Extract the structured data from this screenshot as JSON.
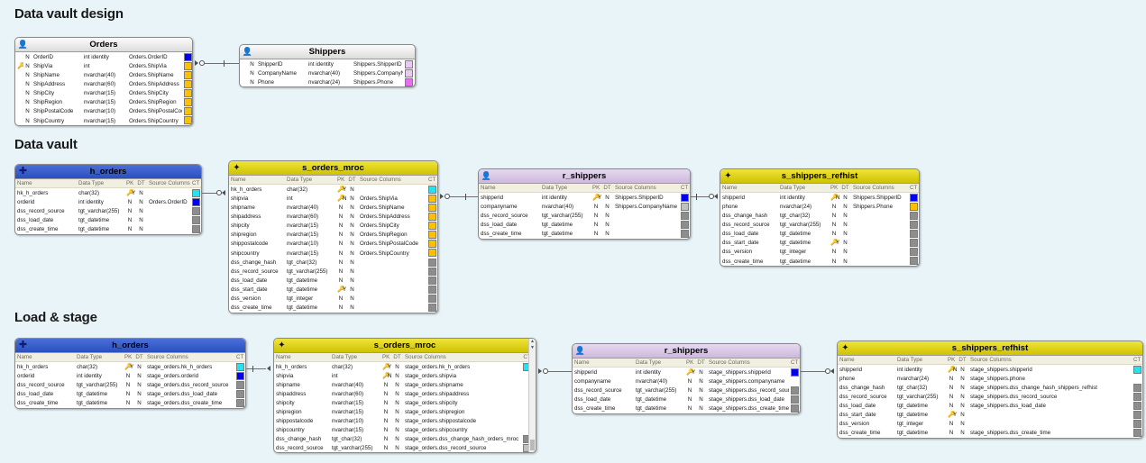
{
  "sections": [
    {
      "id": "design",
      "title": "Data vault design"
    },
    {
      "id": "vault",
      "title": "Data vault"
    },
    {
      "id": "load",
      "title": "Load & stage"
    }
  ],
  "columns_header": {
    "name": "Name",
    "data_type": "Data Type",
    "pk": "PK",
    "dt": "DT",
    "source": "Source Columns",
    "ct": "CT"
  },
  "tables": {
    "orders": {
      "title": "Orders",
      "icon": "person-icon",
      "header_style": "grey",
      "rows": [
        {
          "key": "",
          "dt": "N",
          "name": "OrderID",
          "type": "int identity",
          "pk": "",
          "source": "Orders.OrderID",
          "ct": "blue"
        },
        {
          "key": "blue",
          "dt": "N",
          "name": "ShipVia",
          "type": "int",
          "pk": "",
          "source": "Orders.ShipVia",
          "ct": "yellow"
        },
        {
          "key": "",
          "dt": "N",
          "name": "ShipName",
          "type": "nvarchar(40)",
          "pk": "",
          "source": "Orders.ShipName",
          "ct": "yellow"
        },
        {
          "key": "",
          "dt": "N",
          "name": "ShipAddress",
          "type": "nvarchar(60)",
          "pk": "",
          "source": "Orders.ShipAddress",
          "ct": "yellow"
        },
        {
          "key": "",
          "dt": "N",
          "name": "ShipCity",
          "type": "nvarchar(15)",
          "pk": "",
          "source": "Orders.ShipCity",
          "ct": "yellow"
        },
        {
          "key": "",
          "dt": "N",
          "name": "ShipRegion",
          "type": "nvarchar(15)",
          "pk": "",
          "source": "Orders.ShipRegion",
          "ct": "yellow"
        },
        {
          "key": "",
          "dt": "N",
          "name": "ShipPostalCode",
          "type": "nvarchar(10)",
          "pk": "",
          "source": "Orders.ShipPostalCode",
          "ct": "yellow"
        },
        {
          "key": "",
          "dt": "N",
          "name": "ShipCountry",
          "type": "nvarchar(15)",
          "pk": "",
          "source": "Orders.ShipCountry",
          "ct": "yellow"
        }
      ]
    },
    "shippers": {
      "title": "Shippers",
      "icon": "person-icon",
      "header_style": "grey",
      "rows": [
        {
          "key": "",
          "dt": "N",
          "name": "ShipperID",
          "type": "int identity",
          "pk": "",
          "source": "Shippers.ShipperID",
          "ct": "lilac"
        },
        {
          "key": "",
          "dt": "N",
          "name": "CompanyName",
          "type": "nvarchar(40)",
          "pk": "",
          "source": "Shippers.CompanyName",
          "ct": "lilac"
        },
        {
          "key": "",
          "dt": "N",
          "name": "Phone",
          "type": "nvarchar(24)",
          "pk": "",
          "source": "Shippers.Phone",
          "ct": "magenta"
        }
      ]
    },
    "h_orders_vault": {
      "title": "h_orders",
      "icon": "hub-icon",
      "header_style": "blue",
      "rows": [
        {
          "name": "hk_h_orders",
          "type": "char(32)",
          "key": "gold",
          "pk": "Y",
          "dt": "N",
          "source": "",
          "ct": "cyan"
        },
        {
          "name": "orderid",
          "type": "int identity",
          "key": "",
          "pk": "N",
          "dt": "N",
          "source": "Orders.OrderID",
          "ct": "blue"
        },
        {
          "name": "dss_record_source",
          "type": "tgt_varchar(255)",
          "key": "",
          "pk": "N",
          "dt": "N",
          "source": "",
          "ct": "grey"
        },
        {
          "name": "dss_load_date",
          "type": "tgt_datetime",
          "key": "",
          "pk": "N",
          "dt": "N",
          "source": "",
          "ct": "grey"
        },
        {
          "name": "dss_create_time",
          "type": "tgt_datetime",
          "key": "",
          "pk": "N",
          "dt": "N",
          "source": "",
          "ct": "grey"
        }
      ]
    },
    "s_orders_mroc_vault": {
      "title": "s_orders_mroc",
      "icon": "satellite-icon",
      "header_style": "yellow",
      "rows": [
        {
          "name": "hk_h_orders",
          "type": "char(32)",
          "key": "gold",
          "pk": "Y",
          "dt": "N",
          "source": "",
          "ct": "cyan"
        },
        {
          "name": "shipvia",
          "type": "int",
          "key": "blue",
          "pk": "N",
          "dt": "N",
          "source": "Orders.ShipVia",
          "ct": "yellow"
        },
        {
          "name": "shipname",
          "type": "nvarchar(40)",
          "key": "",
          "pk": "N",
          "dt": "N",
          "source": "Orders.ShipName",
          "ct": "yellow"
        },
        {
          "name": "shipaddress",
          "type": "nvarchar(60)",
          "key": "",
          "pk": "N",
          "dt": "N",
          "source": "Orders.ShipAddress",
          "ct": "yellow"
        },
        {
          "name": "shipcity",
          "type": "nvarchar(15)",
          "key": "",
          "pk": "N",
          "dt": "N",
          "source": "Orders.ShipCity",
          "ct": "yellow"
        },
        {
          "name": "shipregion",
          "type": "nvarchar(15)",
          "key": "",
          "pk": "N",
          "dt": "N",
          "source": "Orders.ShipRegion",
          "ct": "yellow"
        },
        {
          "name": "shippostalcode",
          "type": "nvarchar(10)",
          "key": "",
          "pk": "N",
          "dt": "N",
          "source": "Orders.ShipPostalCode",
          "ct": "yellow"
        },
        {
          "name": "shipcountry",
          "type": "nvarchar(15)",
          "key": "",
          "pk": "N",
          "dt": "N",
          "source": "Orders.ShipCountry",
          "ct": "yellow"
        },
        {
          "name": "dss_change_hash",
          "type": "tgt_char(32)",
          "key": "",
          "pk": "N",
          "dt": "N",
          "source": "",
          "ct": "grey"
        },
        {
          "name": "dss_record_source",
          "type": "tgt_varchar(255)",
          "key": "",
          "pk": "N",
          "dt": "N",
          "source": "",
          "ct": "grey"
        },
        {
          "name": "dss_load_date",
          "type": "tgt_datetime",
          "key": "",
          "pk": "N",
          "dt": "N",
          "source": "",
          "ct": "grey"
        },
        {
          "name": "dss_start_date",
          "type": "tgt_datetime",
          "key": "gold",
          "pk": "Y",
          "dt": "N",
          "source": "",
          "ct": "grey"
        },
        {
          "name": "dss_version",
          "type": "tgt_integer",
          "key": "",
          "pk": "N",
          "dt": "N",
          "source": "",
          "ct": "grey"
        },
        {
          "name": "dss_create_time",
          "type": "tgt_datetime",
          "key": "",
          "pk": "N",
          "dt": "N",
          "source": "",
          "ct": "grey"
        }
      ]
    },
    "r_shippers_vault": {
      "title": "r_shippers",
      "icon": "reference-icon",
      "header_style": "purple",
      "rows": [
        {
          "name": "shipperid",
          "type": "int identity",
          "key": "gold",
          "pk": "Y",
          "dt": "N",
          "source": "Shippers.ShipperID",
          "ct": "blue"
        },
        {
          "name": "companyname",
          "type": "nvarchar(40)",
          "key": "",
          "pk": "N",
          "dt": "N",
          "source": "Shippers.CompanyName",
          "ct": "grey2"
        },
        {
          "name": "dss_record_source",
          "type": "tgt_varchar(255)",
          "key": "",
          "pk": "N",
          "dt": "N",
          "source": "",
          "ct": "grey"
        },
        {
          "name": "dss_load_date",
          "type": "tgt_datetime",
          "key": "",
          "pk": "N",
          "dt": "N",
          "source": "",
          "ct": "grey"
        },
        {
          "name": "dss_create_time",
          "type": "tgt_datetime",
          "key": "",
          "pk": "N",
          "dt": "N",
          "source": "",
          "ct": "grey"
        }
      ]
    },
    "s_shippers_refhist_vault": {
      "title": "s_shippers_refhist",
      "icon": "satellite-icon",
      "header_style": "yellow",
      "rows": [
        {
          "name": "shipperid",
          "type": "int identity",
          "key": "blue",
          "pk": "N",
          "dt": "N",
          "source": "Shippers.ShipperID",
          "ct": "blue"
        },
        {
          "name": "phone",
          "type": "nvarchar(24)",
          "key": "",
          "pk": "N",
          "dt": "N",
          "source": "Shippers.Phone",
          "ct": "yellow"
        },
        {
          "name": "dss_change_hash",
          "type": "tgt_char(32)",
          "key": "",
          "pk": "N",
          "dt": "N",
          "source": "",
          "ct": "grey"
        },
        {
          "name": "dss_record_source",
          "type": "tgt_varchar(255)",
          "key": "",
          "pk": "N",
          "dt": "N",
          "source": "",
          "ct": "grey"
        },
        {
          "name": "dss_load_date",
          "type": "tgt_datetime",
          "key": "",
          "pk": "N",
          "dt": "N",
          "source": "",
          "ct": "grey"
        },
        {
          "name": "dss_start_date",
          "type": "tgt_datetime",
          "key": "gold",
          "pk": "Y",
          "dt": "N",
          "source": "",
          "ct": "grey"
        },
        {
          "name": "dss_version",
          "type": "tgt_integer",
          "key": "",
          "pk": "N",
          "dt": "N",
          "source": "",
          "ct": "grey"
        },
        {
          "name": "dss_create_time",
          "type": "tgt_datetime",
          "key": "",
          "pk": "N",
          "dt": "N",
          "source": "",
          "ct": "grey"
        }
      ]
    },
    "h_orders_load": {
      "title": "h_orders",
      "icon": "hub-icon",
      "header_style": "blue",
      "rows": [
        {
          "name": "hk_h_orders",
          "type": "char(32)",
          "key": "gold",
          "pk": "Y",
          "dt": "N",
          "source": "stage_orders.hk_h_orders",
          "ct": "cyan"
        },
        {
          "name": "orderid",
          "type": "int identity",
          "key": "",
          "pk": "N",
          "dt": "N",
          "source": "stage_orders.orderid",
          "ct": "blue"
        },
        {
          "name": "dss_record_source",
          "type": "tgt_varchar(255)",
          "key": "",
          "pk": "N",
          "dt": "N",
          "source": "stage_orders.dss_record_source",
          "ct": "grey"
        },
        {
          "name": "dss_load_date",
          "type": "tgt_datetime",
          "key": "",
          "pk": "N",
          "dt": "N",
          "source": "stage_orders.dss_load_date",
          "ct": "grey"
        },
        {
          "name": "dss_create_time",
          "type": "tgt_datetime",
          "key": "",
          "pk": "N",
          "dt": "N",
          "source": "stage_orders.dss_create_time",
          "ct": "grey"
        }
      ]
    },
    "s_orders_mroc_load": {
      "title": "s_orders_mroc",
      "icon": "satellite-icon",
      "header_style": "yellow",
      "scrollbar": true,
      "rows": [
        {
          "name": "hk_h_orders",
          "type": "char(32)",
          "key": "gold",
          "pk": "Y",
          "dt": "N",
          "source": "stage_orders.hk_h_orders",
          "ct": "cyan"
        },
        {
          "name": "shipvia",
          "type": "int",
          "key": "blue",
          "pk": "N",
          "dt": "N",
          "source": "stage_orders.shipvia",
          "ct": ""
        },
        {
          "name": "shipname",
          "type": "nvarchar(40)",
          "key": "",
          "pk": "N",
          "dt": "N",
          "source": "stage_orders.shipname",
          "ct": ""
        },
        {
          "name": "shipaddress",
          "type": "nvarchar(60)",
          "key": "",
          "pk": "N",
          "dt": "N",
          "source": "stage_orders.shipaddress",
          "ct": ""
        },
        {
          "name": "shipcity",
          "type": "nvarchar(15)",
          "key": "",
          "pk": "N",
          "dt": "N",
          "source": "stage_orders.shipcity",
          "ct": ""
        },
        {
          "name": "shipregion",
          "type": "nvarchar(15)",
          "key": "",
          "pk": "N",
          "dt": "N",
          "source": "stage_orders.shipregion",
          "ct": ""
        },
        {
          "name": "shippostalcode",
          "type": "nvarchar(10)",
          "key": "",
          "pk": "N",
          "dt": "N",
          "source": "stage_orders.shippostalcode",
          "ct": ""
        },
        {
          "name": "shipcountry",
          "type": "nvarchar(15)",
          "key": "",
          "pk": "N",
          "dt": "N",
          "source": "stage_orders.shipcountry",
          "ct": ""
        },
        {
          "name": "dss_change_hash",
          "type": "tgt_char(32)",
          "key": "",
          "pk": "N",
          "dt": "N",
          "source": "stage_orders.dss_change_hash_orders_mroc",
          "ct": "grey"
        },
        {
          "name": "dss_record_source",
          "type": "tgt_varchar(255)",
          "key": "",
          "pk": "N",
          "dt": "N",
          "source": "stage_orders.dss_record_source",
          "ct": "grey2"
        }
      ]
    },
    "r_shippers_load": {
      "title": "r_shippers",
      "icon": "reference-icon",
      "header_style": "purple",
      "rows": [
        {
          "name": "shipperid",
          "type": "int identity",
          "key": "gold",
          "pk": "Y",
          "dt": "N",
          "source": "stage_shippers.shipperid",
          "ct": "blue"
        },
        {
          "name": "companyname",
          "type": "nvarchar(40)",
          "key": "",
          "pk": "N",
          "dt": "N",
          "source": "stage_shippers.companyname",
          "ct": ""
        },
        {
          "name": "dss_record_source",
          "type": "tgt_varchar(255)",
          "key": "",
          "pk": "N",
          "dt": "N",
          "source": "stage_shippers.dss_record_source",
          "ct": "grey"
        },
        {
          "name": "dss_load_date",
          "type": "tgt_datetime",
          "key": "",
          "pk": "N",
          "dt": "N",
          "source": "stage_shippers.dss_load_date",
          "ct": "grey"
        },
        {
          "name": "dss_create_time",
          "type": "tgt_datetime",
          "key": "",
          "pk": "N",
          "dt": "N",
          "source": "stage_shippers.dss_create_time",
          "ct": "grey"
        }
      ]
    },
    "s_shippers_refhist_load": {
      "title": "s_shippers_refhist",
      "icon": "satellite-icon",
      "header_style": "yellow",
      "rows": [
        {
          "name": "shipperid",
          "type": "int identity",
          "key": "blue",
          "pk": "N",
          "dt": "N",
          "source": "stage_shippers.shipperid",
          "ct": "cyan"
        },
        {
          "name": "phone",
          "type": "nvarchar(24)",
          "key": "",
          "pk": "N",
          "dt": "N",
          "source": "stage_shippers.phone",
          "ct": ""
        },
        {
          "name": "dss_change_hash",
          "type": "tgt_char(32)",
          "key": "",
          "pk": "N",
          "dt": "N",
          "source": "stage_shippers.dss_change_hash_shippers_refhist",
          "ct": "grey"
        },
        {
          "name": "dss_record_source",
          "type": "tgt_varchar(255)",
          "key": "",
          "pk": "N",
          "dt": "N",
          "source": "stage_shippers.dss_record_source",
          "ct": "grey"
        },
        {
          "name": "dss_load_date",
          "type": "tgt_datetime",
          "key": "",
          "pk": "N",
          "dt": "N",
          "source": "stage_shippers.dss_load_date",
          "ct": "grey"
        },
        {
          "name": "dss_start_date",
          "type": "tgt_datetime",
          "key": "gold",
          "pk": "Y",
          "dt": "N",
          "source": "",
          "ct": "grey"
        },
        {
          "name": "dss_version",
          "type": "tgt_integer",
          "key": "",
          "pk": "N",
          "dt": "N",
          "source": "",
          "ct": "grey"
        },
        {
          "name": "dss_create_time",
          "type": "tgt_datetime",
          "key": "",
          "pk": "N",
          "dt": "N",
          "source": "stage_shippers.dss_create_time",
          "ct": "grey"
        }
      ]
    }
  }
}
